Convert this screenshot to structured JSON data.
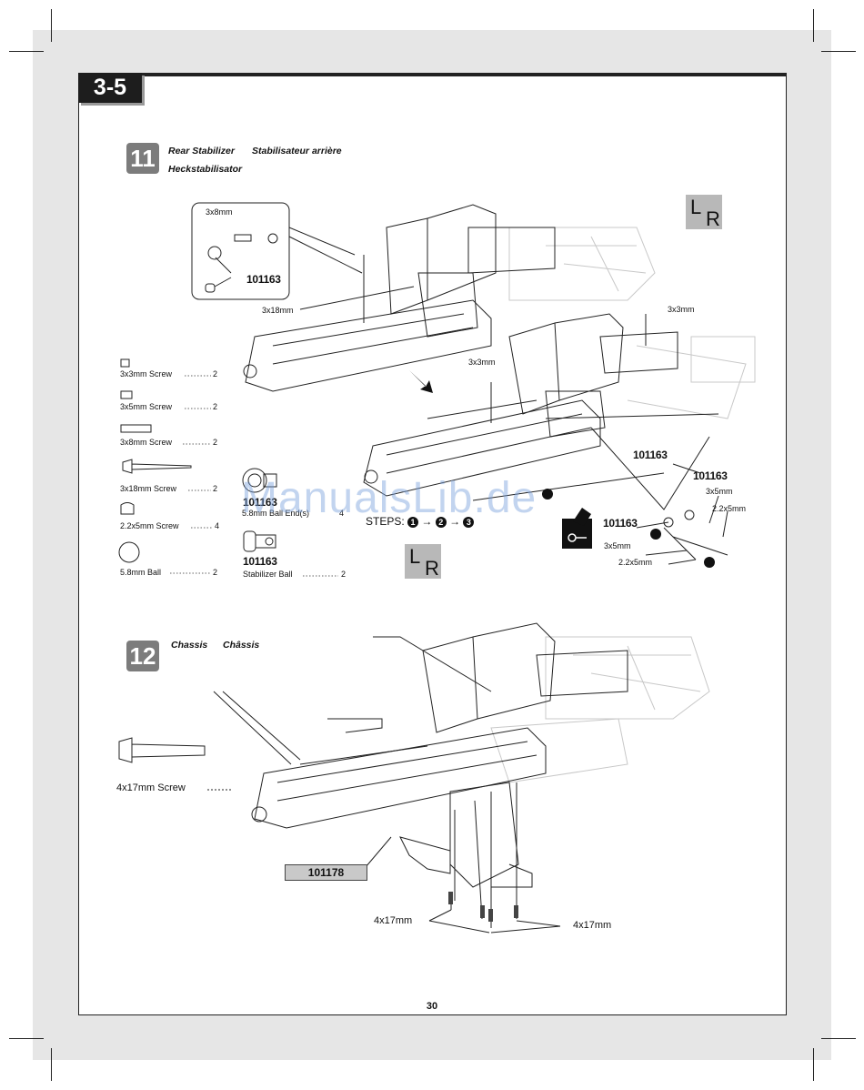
{
  "section": "3-5",
  "steps": [
    {
      "number": "11",
      "title_en": "Rear Stabilizer",
      "title_fr": "Stabilisateur arrière",
      "title_de": "Heckstabilisator"
    },
    {
      "number": "12",
      "title_en": "Chassis",
      "title_fr": "Châssis"
    }
  ],
  "parts_list": [
    {
      "label": "3x3mm  Screw",
      "qty": "2"
    },
    {
      "label": "3x5mm  Screw",
      "qty": "2"
    },
    {
      "label": "3x8mm  Screw",
      "qty": "2"
    },
    {
      "label": "3x18mm Screw",
      "qty": "2"
    },
    {
      "label": "2.2x5mm  Screw",
      "qty": "4"
    },
    {
      "label": "5.8mm Ball",
      "qty": "2"
    }
  ],
  "parts_boxes": [
    {
      "part_no": "101163",
      "label": "5.8mm Ball End(s)",
      "qty": "4"
    },
    {
      "part_no": "101163",
      "label": "Stabilizer Ball",
      "qty": "2"
    }
  ],
  "callouts": {
    "inset_3x8": "3x8mm",
    "inset_part": "101163",
    "screw_3x18": "3x18mm",
    "screw_3x3_a": "3x3mm",
    "screw_3x3_b": "3x3mm",
    "part_a": "101163",
    "part_b": "101163",
    "part_c": "101163",
    "screw_3x5_a": "3x5mm",
    "screw_2_2x5_a": "2.2x5mm",
    "screw_3x5_b": "3x5mm",
    "screw_2_2x5_b": "2.2x5mm",
    "chassis_screw_label": "4x17mm  Screw",
    "chassis_screw_left": "4x17mm",
    "chassis_screw_right": "4x17mm",
    "chassis_part": "101178"
  },
  "steps_label": "STEPS:",
  "step_markers": [
    "1",
    "2",
    "3"
  ],
  "lr_left": "L",
  "lr_right": "R",
  "watermark": "ManualsLib.de",
  "page_number": "30"
}
